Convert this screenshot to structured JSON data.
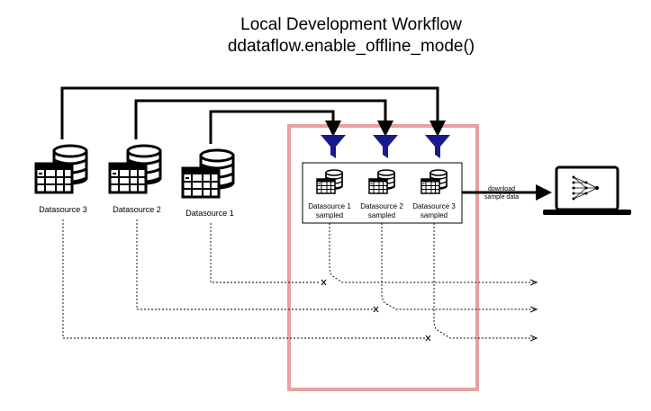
{
  "title": {
    "line1": "Local Development Workflow",
    "line2": "ddataflow.enable_offline_mode()"
  },
  "datasources": [
    {
      "label": "Datasource 3"
    },
    {
      "label": "Datasource 2"
    },
    {
      "label": "Datasource 1"
    }
  ],
  "sampled": [
    {
      "line1": "Datasource 1",
      "line2": "sampled"
    },
    {
      "line1": "Datasource 2",
      "line2": "sampled"
    },
    {
      "line1": "Datasource 3",
      "line2": "sampled"
    }
  ],
  "download": {
    "line1": "download",
    "line2": "sample data"
  },
  "colors": {
    "highlight_box": "#e8a0a0",
    "filter": "#1a1a8c",
    "line": "#000000"
  },
  "icons": {
    "database": "database-table-icon",
    "filter": "funnel-icon",
    "laptop": "laptop-neural-network-icon"
  }
}
